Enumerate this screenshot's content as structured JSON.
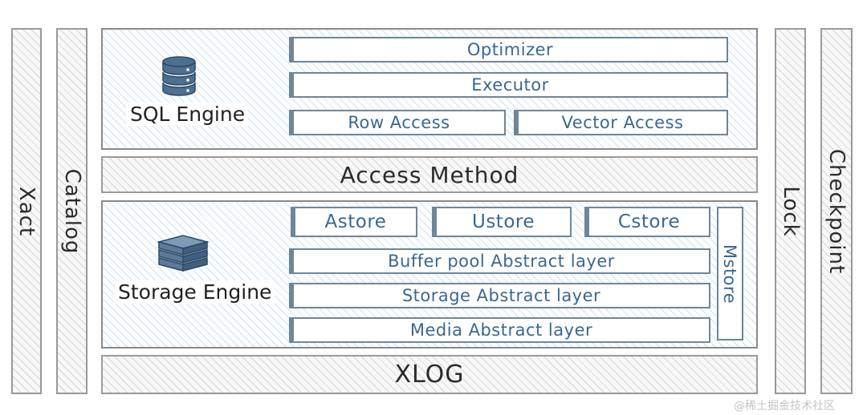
{
  "side_columns": {
    "xact": "Xact",
    "catalog": "Catalog",
    "lock": "Lock",
    "checkpoint": "Checkpoint"
  },
  "sql_engine": {
    "label": "SQL Engine",
    "icon": "database-icon",
    "optimizer": "Optimizer",
    "executor": "Executor",
    "row_access": "Row Access",
    "vector_access": "Vector Access"
  },
  "access_method": "Access Method",
  "storage_engine": {
    "label": "Storage Engine",
    "icon": "server-stack-icon",
    "astore": "Astore",
    "ustore": "Ustore",
    "cstore": "Cstore",
    "mstore": "Mstore",
    "buffer_pool": "Buffer pool Abstract layer",
    "storage_abstract": "Storage Abstract layer",
    "media_abstract": "Media Abstract layer"
  },
  "xlog": "XLOG",
  "watermark": "@稀土掘金技术社区",
  "colors": {
    "blue_text": "#3a6890",
    "box_border": "#6f8699",
    "gray_border": "#9a9a9a"
  }
}
